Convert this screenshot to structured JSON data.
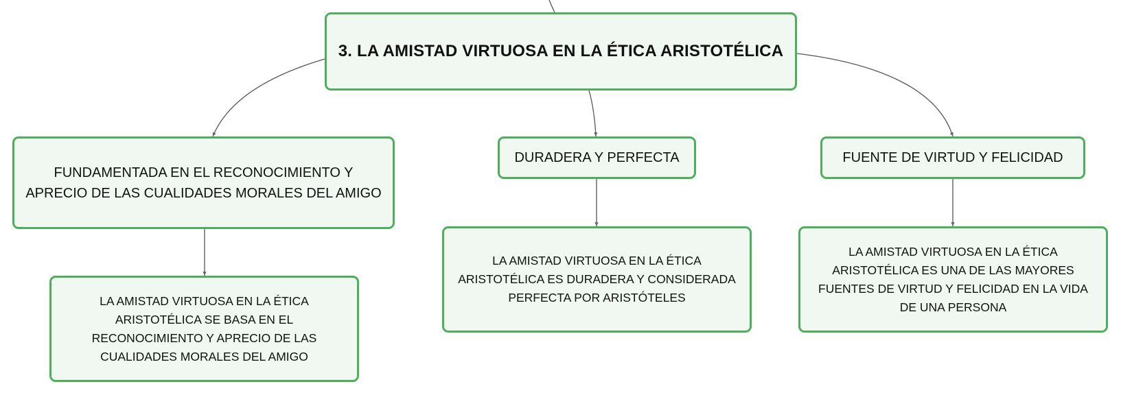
{
  "diagram": {
    "root": {
      "label": "3. LA AMISTAD VIRTUOSA EN LA ÉTICA ARISTOTÉLICA"
    },
    "branches": [
      {
        "label": "FUNDAMENTADA EN EL RECONOCIMIENTO Y APRECIO DE LAS CUALIDADES MORALES DEL AMIGO",
        "child": "LA AMISTAD VIRTUOSA EN LA ÉTICA ARISTOTÉLICA SE BASA EN EL RECONOCIMIENTO Y APRECIO DE LAS CUALIDADES MORALES DEL AMIGO"
      },
      {
        "label": "DURADERA Y PERFECTA",
        "child": "LA AMISTAD VIRTUOSA EN LA ÉTICA ARISTOTÉLICA ES DURADERA Y CONSIDERADA PERFECTA POR ARISTÓTELES"
      },
      {
        "label": "FUENTE DE VIRTUD Y FELICIDAD",
        "child": "LA AMISTAD VIRTUOSA EN LA ÉTICA ARISTOTÉLICA ES UNA DE LAS MAYORES FUENTES DE VIRTUD Y FELICIDAD EN LA VIDA DE UNA PERSONA"
      }
    ],
    "colors": {
      "node_border": "#4caf5a",
      "node_fill": "#f1f8f2",
      "connector": "#555555",
      "text": "#111111"
    }
  }
}
